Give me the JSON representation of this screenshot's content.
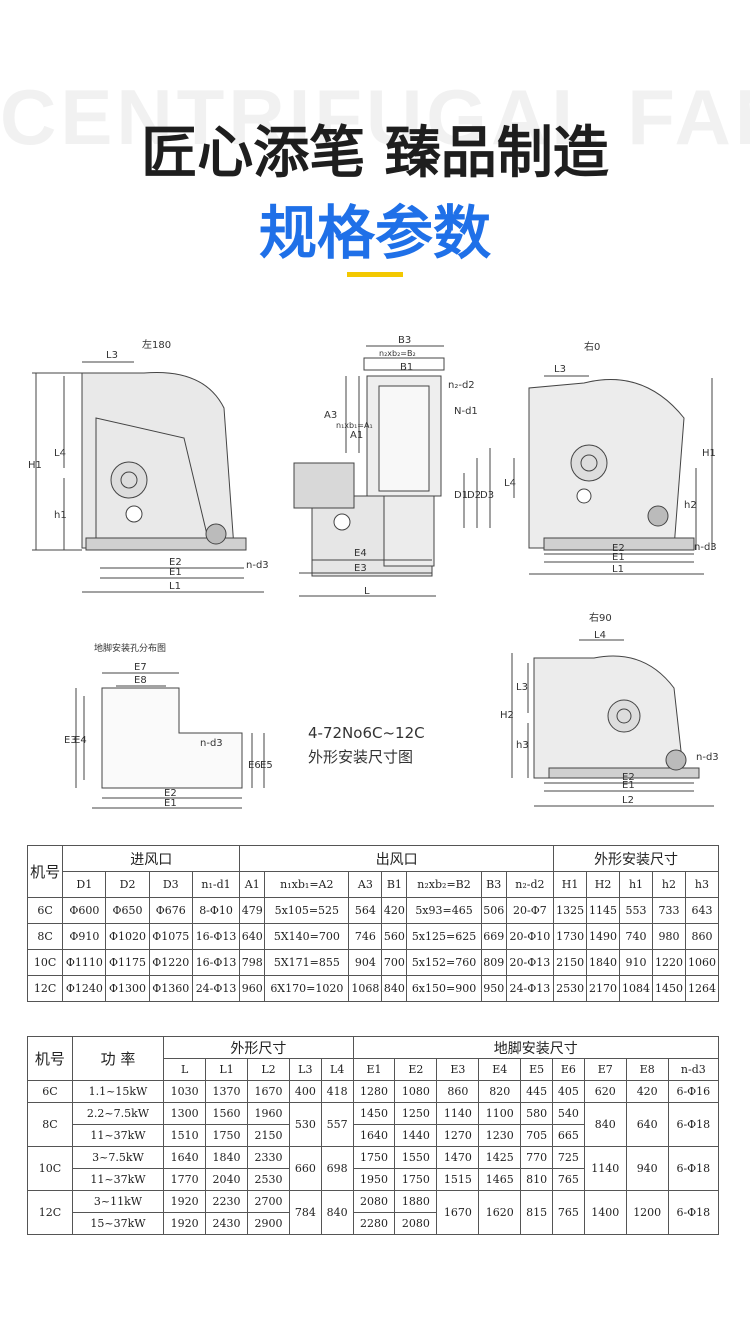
{
  "header": {
    "watermark": "CENTRIFUGAL FAN",
    "title": "匠心添笔 臻品制造",
    "subtitle": "规格参数",
    "accent_color": "#1f70e8",
    "bar_color": "#f3c800"
  },
  "drawing": {
    "view_left_label": "左180",
    "view_right_label": "右0",
    "view_right90_label": "右90",
    "foot_layout_label": "地脚安装孔分布图",
    "model_range": "4-72No6C~12C",
    "caption": "外形安装尺寸图",
    "dims": {
      "L3": "L3",
      "L4": "L4",
      "H1": "H1",
      "h1": "h1",
      "E2": "E2",
      "E1": "E1",
      "L1": "L1",
      "nd3": "n-d3",
      "B3": "B3",
      "n2xb2": "n₂xb₂=B₂",
      "B1": "B1",
      "n2d2": "n₂-d2",
      "Nd1": "N-d1",
      "A3": "A3",
      "n1xb1": "n₁xb₁=A₁",
      "A1": "A1",
      "D1": "D1",
      "D2": "D2",
      "D3": "D3",
      "E4": "E4",
      "E3": "E3",
      "L": "L",
      "h2": "h2",
      "E7": "E7",
      "E8": "E8",
      "E5": "E5",
      "E6": "E6",
      "H2": "H2",
      "h3": "h3",
      "L2": "L2"
    }
  },
  "table1": {
    "model_header": "机号",
    "groups": [
      "进风口",
      "出风口",
      "外形安装尺寸"
    ],
    "columns": [
      "D1",
      "D2",
      "D3",
      "n₁-d1",
      "A1",
      "n₁xb₁=A2",
      "A3",
      "B1",
      "n₂xb₂=B2",
      "B3",
      "n₂-d2",
      "H1",
      "H2",
      "h1",
      "h2",
      "h3"
    ],
    "rows": [
      [
        "6C",
        "Φ600",
        "Φ650",
        "Φ676",
        "8-Φ10",
        "479",
        "5x105=525",
        "564",
        "420",
        "5x93=465",
        "506",
        "20-Φ7",
        "1325",
        "1145",
        "553",
        "733",
        "643"
      ],
      [
        "8C",
        "Φ910",
        "Φ1020",
        "Φ1075",
        "16-Φ13",
        "640",
        "5X140=700",
        "746",
        "560",
        "5x125=625",
        "669",
        "20-Φ10",
        "1730",
        "1490",
        "740",
        "980",
        "860"
      ],
      [
        "10C",
        "Φ1110",
        "Φ1175",
        "Φ1220",
        "16-Φ13",
        "798",
        "5X171=855",
        "904",
        "700",
        "5x152=760",
        "809",
        "20-Φ13",
        "2150",
        "1840",
        "910",
        "1220",
        "1060"
      ],
      [
        "12C",
        "Φ1240",
        "Φ1300",
        "Φ1360",
        "24-Φ13",
        "960",
        "6X170=1020",
        "1068",
        "840",
        "6x150=900",
        "950",
        "24-Φ13",
        "2530",
        "2170",
        "1084",
        "1450",
        "1264"
      ]
    ]
  },
  "table2": {
    "model_header": "机号",
    "power_header": "功 率",
    "group_outer": "外形尺寸",
    "group_foot": "地脚安装尺寸",
    "columns": [
      "L",
      "L1",
      "L2",
      "L3",
      "L4",
      "E1",
      "E2",
      "E3",
      "E4",
      "E5",
      "E6",
      "E7",
      "E8",
      "n-d3"
    ],
    "r6c": {
      "model": "6C",
      "power": "1.1~15kW",
      "L": "1030",
      "L1": "1370",
      "L2": "1670",
      "L3": "400",
      "L4": "418",
      "E1": "1280",
      "E2": "1080",
      "E3": "860",
      "E4": "820",
      "E5": "445",
      "E6": "405",
      "E7": "620",
      "E8": "420",
      "nd3": "6-Φ16"
    },
    "r8c": {
      "model": "8C",
      "power_a": "2.2~7.5kW",
      "power_b": "11~37kW",
      "L_a": "1300",
      "L1_a": "1560",
      "L2_a": "1960",
      "L_b": "1510",
      "L1_b": "1750",
      "L2_b": "2150",
      "L3": "530",
      "L4": "557",
      "E1_a": "1450",
      "E2_a": "1250",
      "E3_a": "1140",
      "E4_a": "1100",
      "E5_a": "580",
      "E6_a": "540",
      "E1_b": "1640",
      "E2_b": "1440",
      "E3_b": "1270",
      "E4_b": "1230",
      "E5_b": "705",
      "E6_b": "665",
      "E7": "840",
      "E8": "640",
      "nd3": "6-Φ18"
    },
    "r10c": {
      "model": "10C",
      "power_a": "3~7.5kW",
      "power_b": "11~37kW",
      "L_a": "1640",
      "L1_a": "1840",
      "L2_a": "2330",
      "L_b": "1770",
      "L1_b": "2040",
      "L2_b": "2530",
      "L3": "660",
      "L4": "698",
      "E1_a": "1750",
      "E2_a": "1550",
      "E3_a": "1470",
      "E4_a": "1425",
      "E5_a": "770",
      "E6_a": "725",
      "E1_b": "1950",
      "E2_b": "1750",
      "E3_b": "1515",
      "E4_b": "1465",
      "E5_b": "810",
      "E6_b": "765",
      "E7": "1140",
      "E8": "940",
      "nd3": "6-Φ18"
    },
    "r12c": {
      "model": "12C",
      "power_a": "3~11kW",
      "power_b": "15~37kW",
      "L_a": "1920",
      "L1_a": "2230",
      "L2_a": "2700",
      "L_b": "1920",
      "L1_b": "2430",
      "L2_b": "2900",
      "L3": "784",
      "L4": "840",
      "E1_a": "2080",
      "E2_a": "1880",
      "E1_b": "2280",
      "E2_b": "2080",
      "E3": "1670",
      "E4": "1620",
      "E5": "815",
      "E6": "765",
      "E7": "1400",
      "E8": "1200",
      "nd3": "6-Φ18"
    }
  }
}
